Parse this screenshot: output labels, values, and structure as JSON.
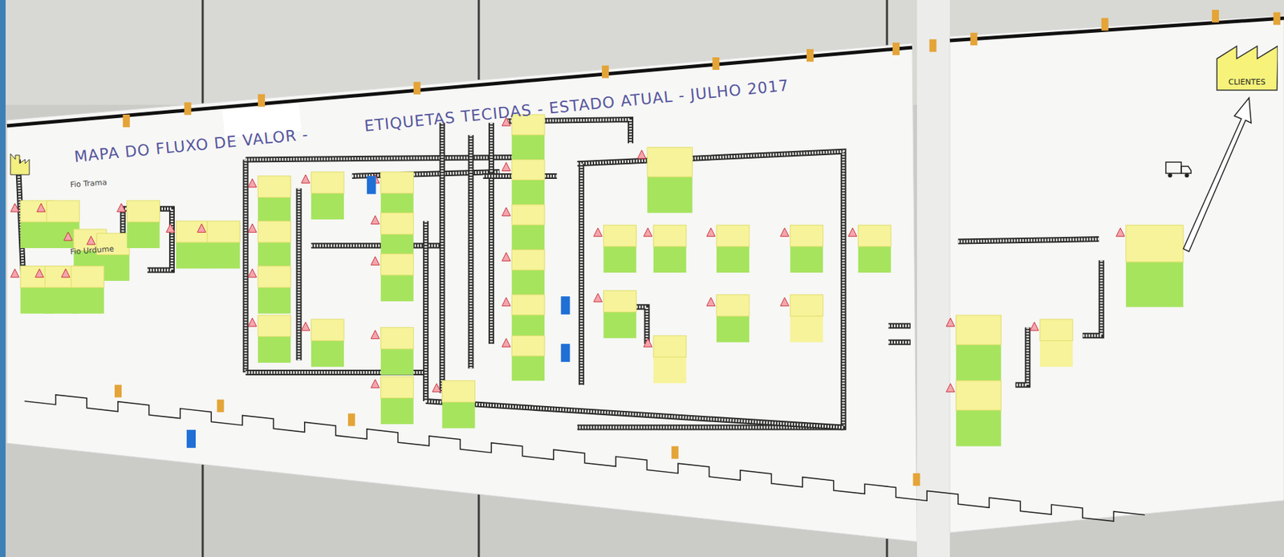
{
  "diagram": {
    "title": "MAPA DO FLUXO DE VALOR -",
    "nodes": [
      {
        "text": [
          "CLIENTES"
        ]
      }
    ],
    "labels": [
      "ETIQUETAS TECIDAS - ESTADO ATUAL - JULHO 2017",
      "Fio Trama",
      "Fio Urdume"
    ]
  }
}
